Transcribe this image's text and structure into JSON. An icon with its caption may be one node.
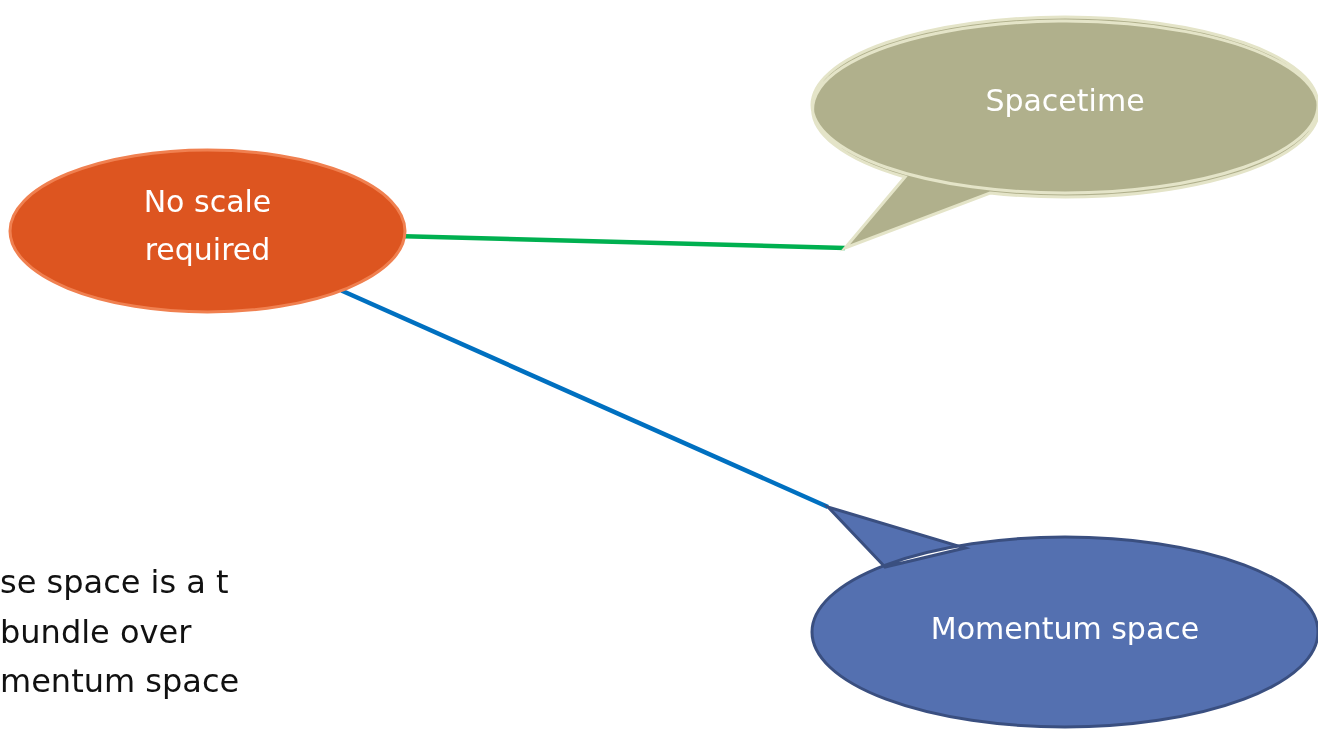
{
  "diagram": {
    "nodes": [
      {
        "text": [
          "No scale required"
        ]
      },
      {
        "text": [
          "Spacetime"
        ]
      },
      {
        "text": [
          "Momentum space"
        ]
      }
    ],
    "edges": [
      {
        "from": 0,
        "to": 1,
        "arrow": "none",
        "color": "#00b050"
      },
      {
        "from": 0,
        "to": 2,
        "arrow": "none",
        "color": "#0070c0"
      }
    ],
    "labels": [
      "se space is a t bundle over mentum space"
    ]
  }
}
